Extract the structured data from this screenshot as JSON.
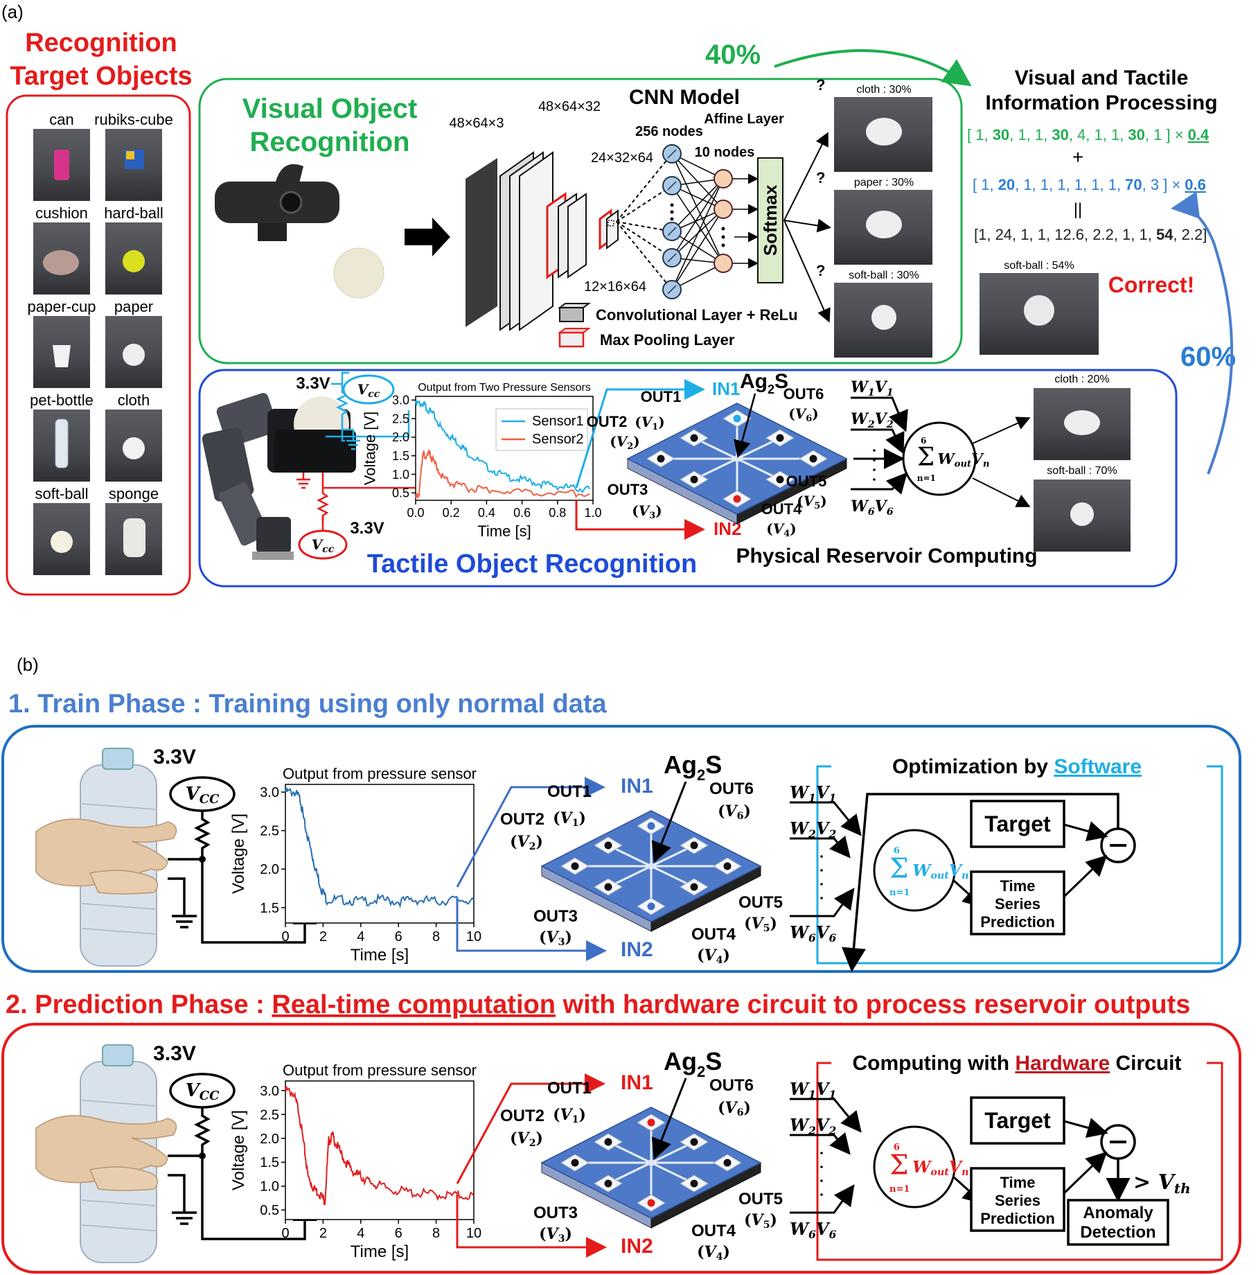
{
  "panel_a": {
    "label": "(a)",
    "targets": {
      "title_line1": "Recognition",
      "title_line2": "Target Objects",
      "objects": [
        "can",
        "rubiks-cube",
        "cushion",
        "hard-ball",
        "paper-cup",
        "paper",
        "pet-bottle",
        "cloth",
        "soft-ball",
        "sponge"
      ]
    },
    "visual": {
      "title_line1": "Visual Object",
      "title_line2": "Recognition",
      "cnn_title": "CNN Model",
      "affine": "Affine Layer",
      "dim_input": "48×64×3",
      "dim_conv1": "48×64×32",
      "dim_pool1": "24×32×64",
      "dim_pool2": "12×16×64",
      "nodes256": "256 nodes",
      "nodes10": "10 nodes",
      "softmax": "Softmax",
      "legend_conv": "Convolutional Layer + ReLu",
      "legend_pool": "Max Pooling Layer",
      "q": "?",
      "results": [
        "cloth : 30%",
        "paper : 30%",
        "soft-ball : 30%"
      ]
    },
    "weights": {
      "pct_visual": "40%",
      "pct_tactile": "60%"
    },
    "fusion": {
      "title_line1": "Visual and Tactile",
      "title_line2": "Information Processing",
      "visual_open": "[ 1, ",
      "visual_30a": "30",
      "visual_mid1": ", 1, 1, ",
      "visual_30b": "30",
      "visual_mid2": ", 4, 1, 1, ",
      "visual_30c": "30",
      "visual_close": ", 1 ] ×",
      "visual_w": "0.4",
      "plus": "+",
      "tactile_open": "[ 1, ",
      "tactile_20": "20",
      "tactile_mid": ", 1, 1, 1, 1, 1, 1, ",
      "tactile_70": "70",
      "tactile_close": ", 3 ] ×",
      "tactile_w": "0.6",
      "equals": "||",
      "result_open": "[1, 24, 1, 1, 12.6, 2.2, 1, 1, ",
      "result_54": "54",
      "result_close": ", 2.2]",
      "final_label": "soft-ball : 54%",
      "correct": "Correct!"
    },
    "tactile": {
      "v33_top": "3.3V",
      "v33_bottom": "3.3V",
      "vcc": "Vcc",
      "chart_title": "Output from Two Pressure Sensors",
      "ylabel": "Voltage [V]",
      "xlabel": "Time [s]",
      "legend1": "Sensor1",
      "legend2": "Sensor2",
      "in1": "IN1",
      "in2": "IN2",
      "ag2s": "Ag",
      "ag2s_sub": "2",
      "ag2s_tail": "S",
      "out_labels": [
        "OUT1",
        "OUT2 (V1)",
        "(V2)",
        "OUT3",
        "(V3)",
        "OUT4",
        "(V4)",
        "OUT5",
        "(V5)",
        "OUT6",
        "(V6)"
      ],
      "w_labels": [
        "W1V1",
        "W2V2",
        "W6V6"
      ],
      "sum_text": "Σ Wout Vn",
      "results": [
        "cloth : 20%",
        "soft-ball : 70%"
      ],
      "title": "Tactile Object Recognition",
      "prc": "Physical Reservoir Computing"
    }
  },
  "panel_b": {
    "label": "(b)",
    "train_heading": "1. Train Phase : Training using only normal data",
    "predict_heading_a": "2. Prediction Phase : ",
    "predict_heading_u": "Real-time computation",
    "predict_heading_b": " with hardware circuit to process reservoir outputs",
    "v33": "3.3V",
    "vcc": "VCC",
    "chart_title": "Output from pressure sensor",
    "ylabel": "Voltage [V]",
    "xlabel": "Time [s]",
    "in1": "IN1",
    "in2": "IN2",
    "ag2s": "Ag",
    "ag2s_sub": "2",
    "ag2s_tail": "S",
    "opt_a": "Optimization by ",
    "opt_u": "Software",
    "hw_a": "Computing with ",
    "hw_u": "Hardware",
    "hw_b": " Circuit",
    "target": "Target",
    "tsp1": "Time",
    "tsp2": "Series",
    "tsp3": "Prediction",
    "vth": "> Vth",
    "anomaly1": "Anomaly",
    "anomaly2": "Detection",
    "w_labels": [
      "W1V1",
      "W2V2",
      "W6V6"
    ],
    "sum_text": "Σ Wout Vn"
  },
  "chart_data": [
    {
      "type": "line",
      "title": "Output from Two Pressure Sensors",
      "xlabel": "Time [s]",
      "ylabel": "Voltage [V]",
      "xlim": [
        0,
        1.0
      ],
      "ylim": [
        0.3,
        3.1
      ],
      "xticks": [
        0.0,
        0.2,
        0.4,
        0.6,
        0.8,
        1.0
      ],
      "yticks": [
        0.5,
        1.0,
        1.5,
        2.0,
        2.5,
        3.0
      ],
      "legend": "top-right",
      "series": [
        {
          "name": "Sensor1",
          "color": "#1eaee6",
          "x": [
            0.0,
            0.04,
            0.06,
            0.1,
            0.15,
            0.2,
            0.25,
            0.3,
            0.4,
            0.5,
            0.6,
            0.7,
            0.8,
            0.9,
            0.98
          ],
          "y": [
            2.9,
            2.9,
            2.8,
            2.6,
            2.2,
            2.0,
            1.8,
            1.55,
            1.2,
            0.95,
            0.85,
            0.75,
            0.68,
            0.62,
            0.6
          ]
        },
        {
          "name": "Sensor2",
          "color": "#f06040",
          "x": [
            0.0,
            0.02,
            0.04,
            0.05,
            0.08,
            0.1,
            0.15,
            0.2,
            0.3,
            0.4,
            0.6,
            0.8,
            0.98
          ],
          "y": [
            0.35,
            0.5,
            1.6,
            1.5,
            1.55,
            1.35,
            0.95,
            0.75,
            0.62,
            0.58,
            0.52,
            0.5,
            0.48
          ]
        }
      ]
    },
    {
      "type": "line",
      "title": "Output from pressure sensor",
      "xlabel": "Time [s]",
      "ylabel": "Voltage [V]",
      "xlim": [
        0,
        10
      ],
      "ylim": [
        1.3,
        3.1
      ],
      "xticks": [
        0,
        2,
        4,
        6,
        8,
        10
      ],
      "yticks": [
        1.5,
        2.0,
        2.5,
        3.0
      ],
      "series": [
        {
          "color": "#2a6fb0",
          "x": [
            0,
            0.5,
            0.8,
            1.0,
            1.3,
            1.6,
            1.9,
            2.2,
            3,
            4,
            5,
            6,
            7,
            8,
            9,
            10
          ],
          "y": [
            3.0,
            3.0,
            2.9,
            2.6,
            2.3,
            2.0,
            1.75,
            1.6,
            1.6,
            1.58,
            1.6,
            1.58,
            1.6,
            1.58,
            1.6,
            1.6
          ]
        }
      ]
    },
    {
      "type": "line",
      "title": "Output from pressure sensor",
      "xlabel": "Time [s]",
      "ylabel": "Voltage [V]",
      "xlim": [
        0,
        10
      ],
      "ylim": [
        0.3,
        3.2
      ],
      "xticks": [
        0,
        2,
        4,
        6,
        8,
        10
      ],
      "yticks": [
        0.5,
        1.0,
        1.5,
        2.0,
        2.5,
        3.0
      ],
      "series": [
        {
          "color": "#e02020",
          "x": [
            0,
            0.4,
            0.7,
            1.0,
            1.2,
            1.5,
            1.8,
            2.1,
            2.3,
            2.5,
            2.8,
            3.2,
            3.6,
            4.0,
            4.4,
            5,
            6,
            7,
            8,
            9,
            10
          ],
          "y": [
            3.0,
            2.95,
            2.6,
            1.8,
            1.2,
            0.95,
            0.85,
            0.7,
            1.95,
            2.05,
            1.8,
            1.5,
            1.3,
            1.2,
            1.1,
            1.0,
            0.9,
            0.85,
            0.82,
            0.8,
            0.8
          ]
        }
      ]
    }
  ]
}
